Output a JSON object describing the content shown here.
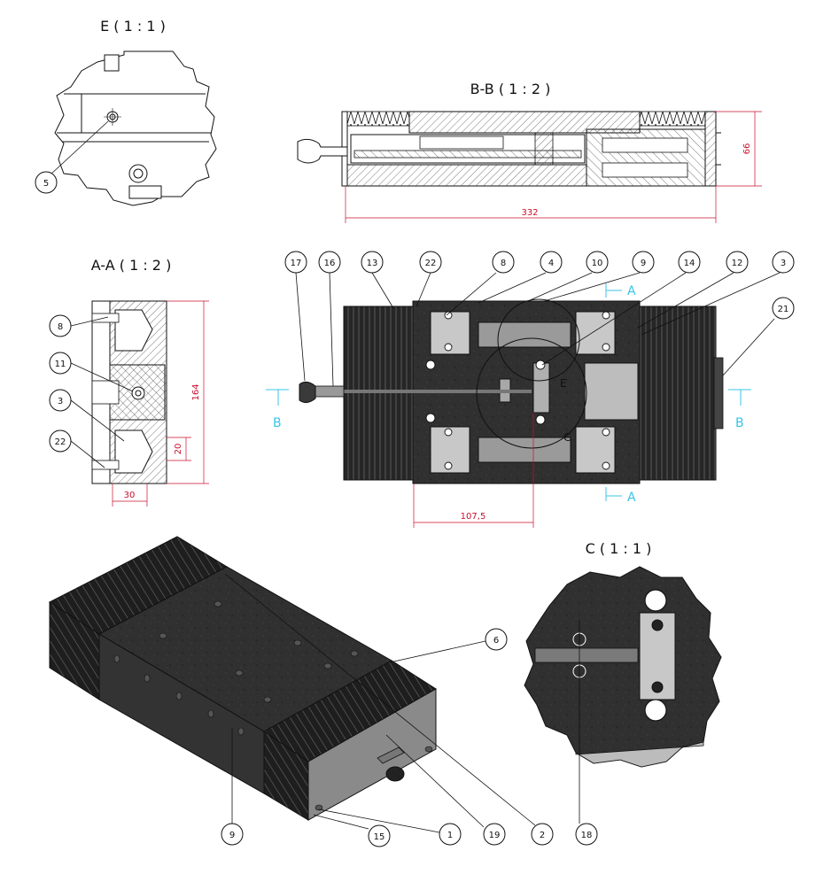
{
  "colors": {
    "line": "#111111",
    "dimension": "#c8102e",
    "section_marker": "#39c4e6",
    "material_dark": "#2f2f2f",
    "part_light": "#c8c8c8",
    "hatch": "#555555"
  },
  "views": {
    "detail_e": {
      "title": "E ( 1 : 1 )"
    },
    "section_bb": {
      "title": "B-B ( 1 : 2 )"
    },
    "section_aa": {
      "title": "A-A ( 1 : 2 )"
    },
    "detail_c": {
      "title": "C ( 1 : 1 )"
    }
  },
  "dimensions": {
    "bb_height": "66",
    "bb_length": "332",
    "aa_height": "164",
    "aa_inner": "20",
    "aa_width": "30",
    "top_offset": "107,5"
  },
  "section_markers": {
    "a_top": "A",
    "a_bottom": "A",
    "b_left": "B",
    "b_right": "B"
  },
  "detail_markers": {
    "e": "E",
    "c": "C"
  },
  "balloons": {
    "e5": "5",
    "aa8": "8",
    "aa11": "11",
    "aa3": "3",
    "aa22": "22",
    "top17": "17",
    "top16": "16",
    "top13": "13",
    "top22": "22",
    "top8": "8",
    "top4": "4",
    "top10": "10",
    "top9": "9",
    "top14": "14",
    "top12": "12",
    "top3": "3",
    "top21": "21",
    "iso6": "6",
    "iso9": "9",
    "iso15": "15",
    "iso1": "1",
    "iso19": "19",
    "iso2": "2",
    "c18": "18"
  }
}
